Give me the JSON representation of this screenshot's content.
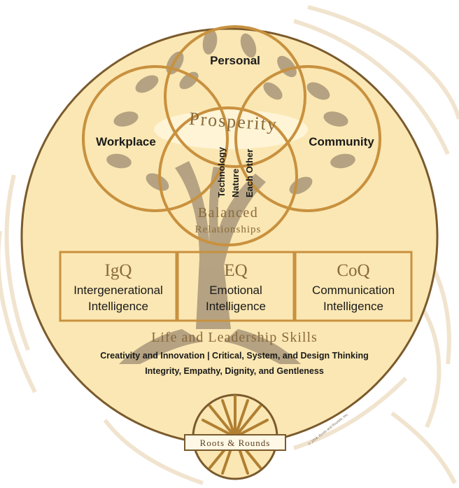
{
  "circles": {
    "personal": "Personal",
    "workplace": "Workplace",
    "community": "Community",
    "prosperity": "Prosperity",
    "center_terms": [
      "Technology",
      "Nature",
      "Each Other"
    ],
    "balanced_line1": "Balanced",
    "balanced_line2": "Relationships"
  },
  "intelligences": [
    {
      "abbr": "IgQ",
      "line1": "Intergenerational",
      "line2": "Intelligence"
    },
    {
      "abbr": "EQ",
      "line1": "Emotional",
      "line2": "Intelligence"
    },
    {
      "abbr": "CoQ",
      "line1": "Communication",
      "line2": "Intelligence"
    }
  ],
  "skills": {
    "title": "Life and Leadership Skills",
    "line1": "Creativity and Innovation | Critical, System, and Design Thinking",
    "line2": "Integrity, Empathy, Dignity, and Gentleness"
  },
  "logo": {
    "text": "Roots & Rounds",
    "copyright": "© 2018, Roots and Rounds, Inc."
  },
  "colors": {
    "background": "#ffffff",
    "rings": "#f1e4cf",
    "disk": "#fbe7b3",
    "disk_border": "#7a5a2c",
    "tree": "#a8977a",
    "gold_stroke": "#c8913f",
    "title_text": "#8a6a3a",
    "body_text": "#1a1a1a"
  }
}
